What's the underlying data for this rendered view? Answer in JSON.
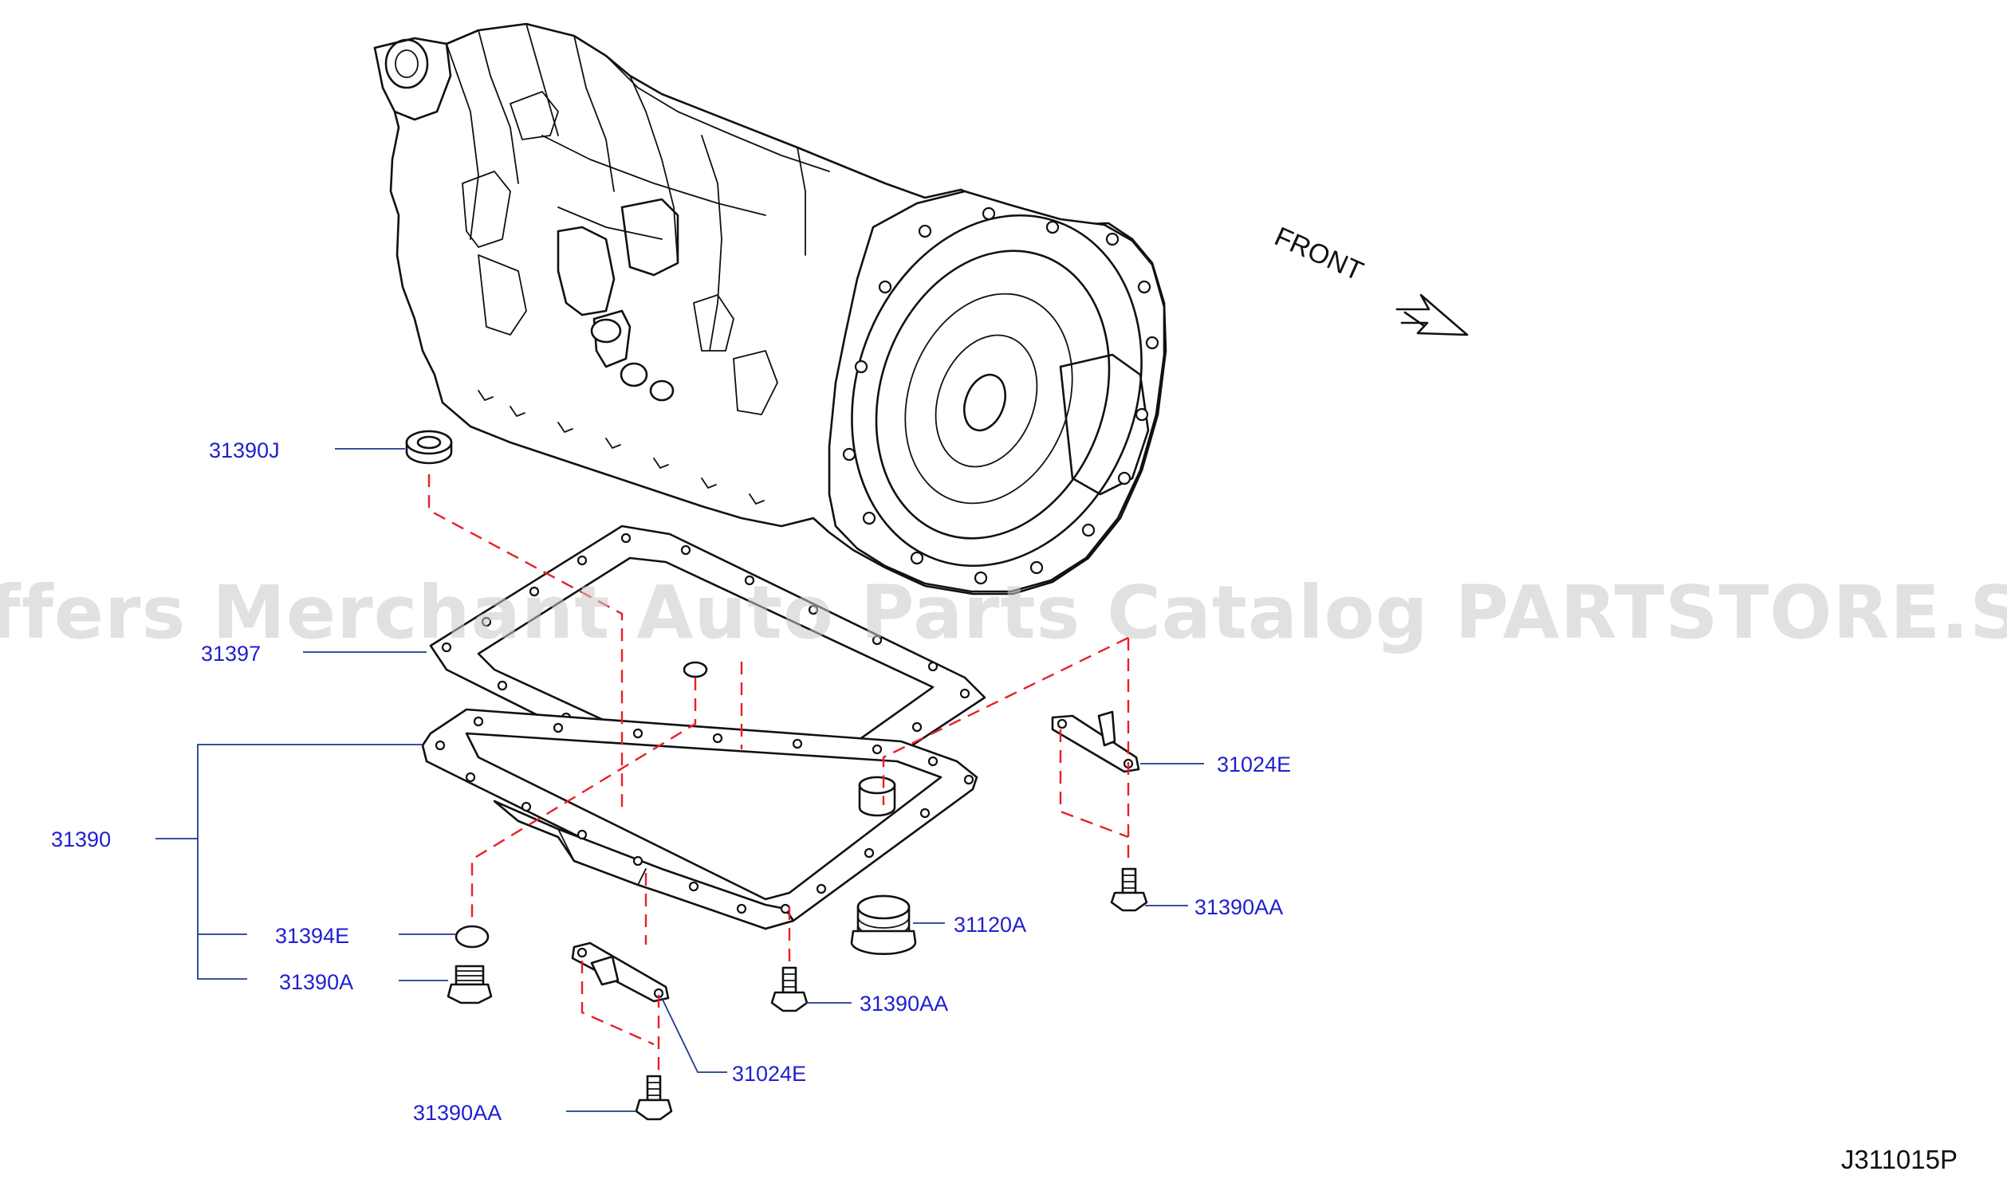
{
  "watermark": "Offers Merchant Auto Parts Catalog PARTSTORE.SA",
  "orientation": "FRONT",
  "diagram_code": "J311015P",
  "parts": {
    "drain_plug_washer_top": "31390J",
    "pan_gasket": "31397",
    "oil_pan_assembly": "31390",
    "magnet": "31394E",
    "drain_plug": "31390A",
    "bracket_right": "31024E",
    "bolt_right": "31390AA",
    "filler_plug": "31120A",
    "bolt_center": "31390AA",
    "bracket_lower": "31024E",
    "bolt_lower": "31390AA"
  }
}
